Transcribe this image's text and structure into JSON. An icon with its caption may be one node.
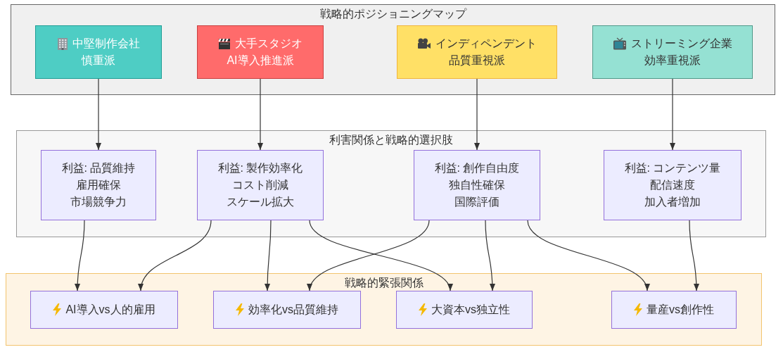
{
  "diagram": {
    "nodes": [
      {
        "text": [
          "戦略的ポジショニングマップ"
        ]
      },
      {
        "text": [
          "中堅制作会社",
          "慎重派"
        ],
        "in": 0
      },
      {
        "text": [
          "大手スタジオ",
          "AI導入推進派"
        ],
        "in": 0
      },
      {
        "text": [
          "インディペンデント",
          "品質重視派"
        ],
        "in": 0
      },
      {
        "text": [
          "ストリーミング企業",
          "効率重視派"
        ],
        "in": 0
      },
      {
        "text": [
          "利害関係と戦略的選択肢"
        ]
      },
      {
        "text": [
          "利益: 品質維持",
          "雇用確保",
          "市場競争力"
        ],
        "in": 5
      },
      {
        "text": [
          "利益: 製作効率化",
          "コスト削減",
          "スケール拡大"
        ],
        "in": 5
      },
      {
        "text": [
          "利益: 創作自由度",
          "独自性確保",
          "国際評価"
        ],
        "in": 5
      },
      {
        "text": [
          "利益: コンテンツ量",
          "配信速度",
          "加入者増加"
        ],
        "in": 5
      },
      {
        "text": [
          "戦略的緊張関係"
        ]
      },
      {
        "text": [
          "AI導入vs人的雇用"
        ],
        "in": 10
      },
      {
        "text": [
          "効率化vs品質維持"
        ],
        "in": 10
      },
      {
        "text": [
          "大資本vs独立性"
        ],
        "in": 10
      },
      {
        "text": [
          "量産vs創作性"
        ],
        "in": 10
      }
    ],
    "edges": [
      {
        "from": 1,
        "to": 6,
        "arrow": "to"
      },
      {
        "from": 2,
        "to": 7,
        "arrow": "to"
      },
      {
        "from": 3,
        "to": 8,
        "arrow": "to"
      },
      {
        "from": 4,
        "to": 9,
        "arrow": "to"
      },
      {
        "from": 6,
        "to": 11,
        "arrow": "to"
      },
      {
        "from": 7,
        "to": 11,
        "arrow": "to"
      },
      {
        "from": 7,
        "to": 12,
        "arrow": "to"
      },
      {
        "from": 7,
        "to": 13,
        "arrow": "to"
      },
      {
        "from": 8,
        "to": 12,
        "arrow": "to"
      },
      {
        "from": 8,
        "to": 13,
        "arrow": "to"
      },
      {
        "from": 8,
        "to": 14,
        "arrow": "to"
      },
      {
        "from": 9,
        "to": 14,
        "arrow": "to"
      }
    ]
  }
}
